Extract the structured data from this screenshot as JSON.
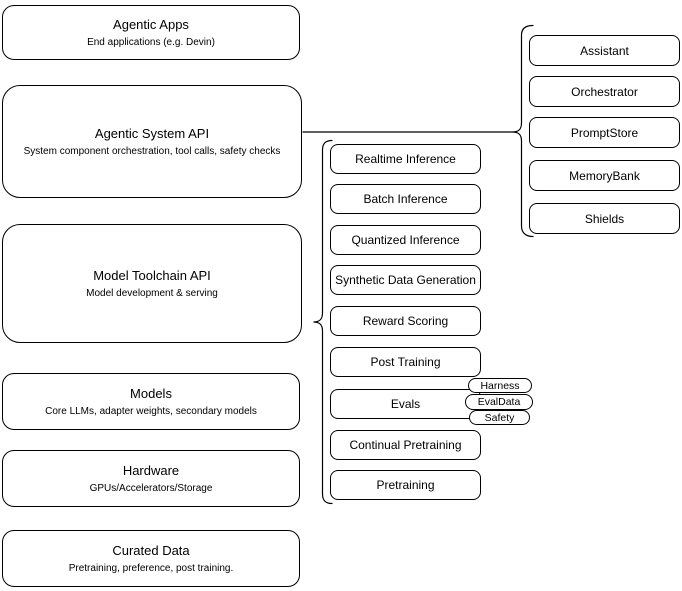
{
  "colors": {
    "background": "#ffffff",
    "stroke": "#000000",
    "text": "#000000"
  },
  "stack_layers": {
    "items": [
      {
        "title": "Agentic Apps",
        "subtitle": "End applications (e.g. Devin)"
      },
      {
        "title": "Agentic System API",
        "subtitle": "System component orchestration, tool calls, safety checks"
      },
      {
        "title": "Model Toolchain API",
        "subtitle": "Model development & serving"
      },
      {
        "title": "Models",
        "subtitle": "Core LLMs, adapter weights, secondary models"
      },
      {
        "title": "Hardware",
        "subtitle": "GPUs/Accelerators/Storage"
      },
      {
        "title": "Curated Data",
        "subtitle": "Pretraining, preference, post training."
      }
    ]
  },
  "toolchain": {
    "items": [
      {
        "label": "Realtime Inference"
      },
      {
        "label": "Batch Inference"
      },
      {
        "label": "Quantized Inference"
      },
      {
        "label": "Synthetic Data Generation"
      },
      {
        "label": "Reward Scoring"
      },
      {
        "label": "Post Training"
      },
      {
        "label": "Evals"
      },
      {
        "label": "Continual Pretraining"
      },
      {
        "label": "Pretraining"
      }
    ],
    "evals_tags": [
      "Harness",
      "EvalData",
      "Safety"
    ]
  },
  "system_components": {
    "items": [
      {
        "label": "Assistant"
      },
      {
        "label": "Orchestrator"
      },
      {
        "label": "PromptStore"
      },
      {
        "label": "MemoryBank"
      },
      {
        "label": "Shields"
      }
    ]
  }
}
